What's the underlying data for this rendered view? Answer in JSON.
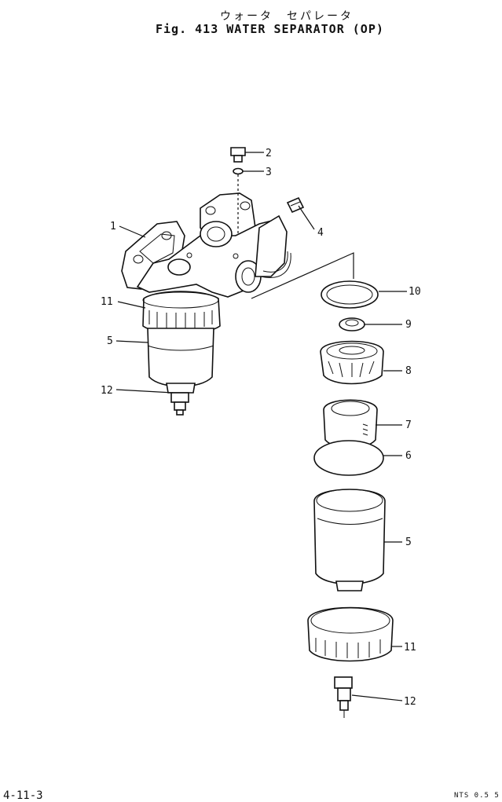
{
  "header": {
    "title_jp": "ウォータ　セパレータ",
    "title_en": "Fig. 413   WATER SEPARATOR (OP)"
  },
  "footer": {
    "page_number": "4-11-3",
    "code": "NTS 0.5 5"
  },
  "callouts": [
    {
      "id": "c1",
      "label": "1"
    },
    {
      "id": "c2",
      "label": "2"
    },
    {
      "id": "c3",
      "label": "3"
    },
    {
      "id": "c4",
      "label": "4"
    },
    {
      "id": "c5a",
      "label": "5"
    },
    {
      "id": "c11a",
      "label": "11"
    },
    {
      "id": "c12a",
      "label": "12"
    },
    {
      "id": "c10",
      "label": "10"
    },
    {
      "id": "c9",
      "label": "9"
    },
    {
      "id": "c8",
      "label": "8"
    },
    {
      "id": "c7",
      "label": "7"
    },
    {
      "id": "c6",
      "label": "6"
    },
    {
      "id": "c5b",
      "label": "5"
    },
    {
      "id": "c11b",
      "label": "11"
    },
    {
      "id": "c12b",
      "label": "12"
    }
  ]
}
